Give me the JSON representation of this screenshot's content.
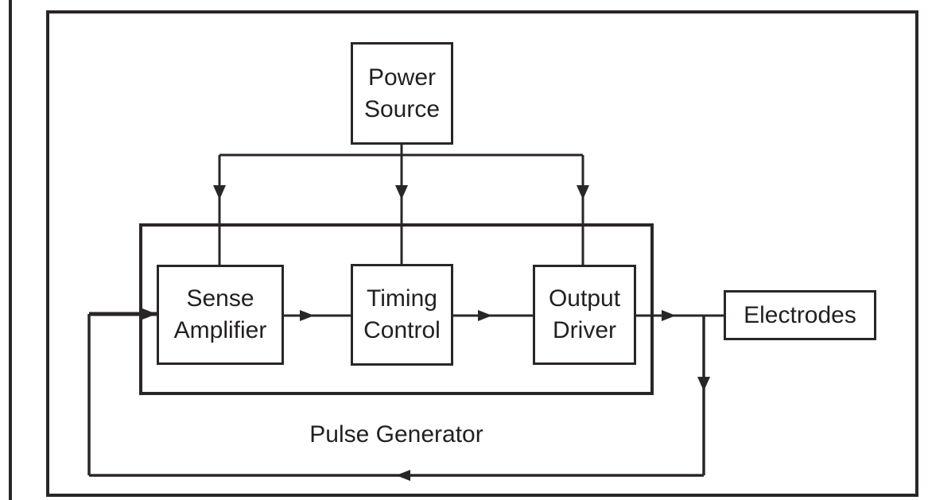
{
  "colors": {
    "line": "#2a2627",
    "text": "#231f20",
    "background": "#ffffff"
  },
  "nodes": {
    "power_source": {
      "line1": "Power",
      "line2": "Source"
    },
    "sense_amplifier": {
      "line1": "Sense",
      "line2": "Amplifier"
    },
    "timing_control": {
      "line1": "Timing",
      "line2": "Control"
    },
    "output_driver": {
      "line1": "Output",
      "line2": "Driver"
    },
    "electrodes": {
      "line1": "Electrodes"
    },
    "pulse_generator": {
      "label": "Pulse Generator"
    }
  },
  "edges": [
    {
      "from": "power_source",
      "to": "sense_amplifier",
      "type": "arrow-down"
    },
    {
      "from": "power_source",
      "to": "timing_control",
      "type": "arrow-down"
    },
    {
      "from": "power_source",
      "to": "output_driver",
      "type": "arrow-down"
    },
    {
      "from": "sense_amplifier",
      "to": "timing_control",
      "type": "arrow-right"
    },
    {
      "from": "timing_control",
      "to": "output_driver",
      "type": "arrow-right"
    },
    {
      "from": "output_driver",
      "to": "electrodes",
      "type": "arrow-right"
    },
    {
      "from": "electrodes",
      "to": "sense_amplifier",
      "type": "feedback-loop"
    }
  ]
}
